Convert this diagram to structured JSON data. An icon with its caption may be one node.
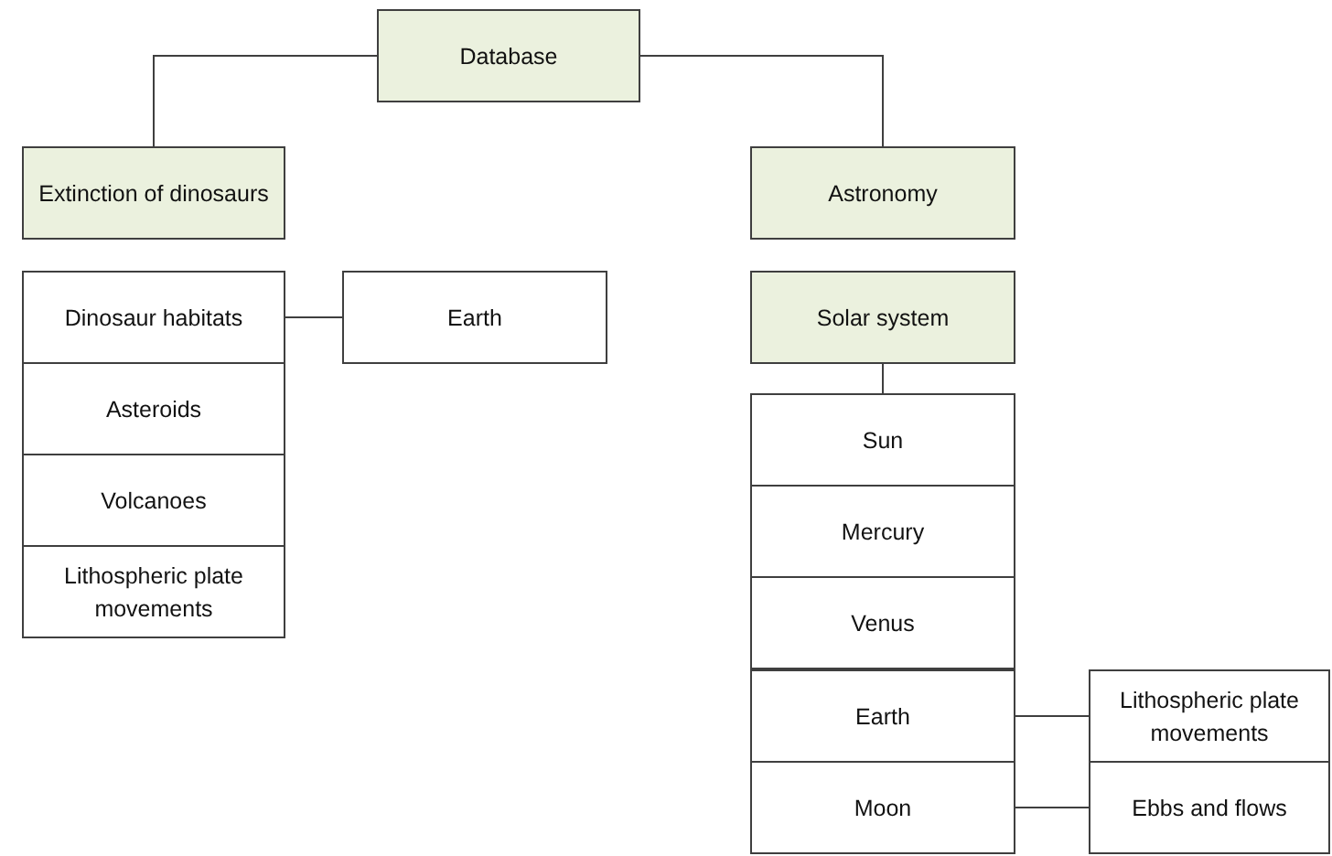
{
  "diagram": {
    "nodes": [
      {
        "text": [
          "Database"
        ]
      },
      {
        "text": [
          "Extinction of dinosaurs"
        ]
      },
      {
        "text": [
          "Dinosaur habitats"
        ]
      },
      {
        "text": [
          "Asteroids"
        ]
      },
      {
        "text": [
          "Volcanoes"
        ]
      },
      {
        "text": [
          "Lithospheric plate movements"
        ]
      },
      {
        "text": [
          "Earth"
        ]
      },
      {
        "text": [
          "Astronomy"
        ]
      },
      {
        "text": [
          "Solar system"
        ]
      },
      {
        "text": [
          "Sun"
        ]
      },
      {
        "text": [
          "Mercury"
        ]
      },
      {
        "text": [
          "Venus"
        ]
      },
      {
        "text": [
          "Earth"
        ]
      },
      {
        "text": [
          "Moon"
        ]
      },
      {
        "text": [
          "Lithospheric plate movements"
        ]
      },
      {
        "text": [
          "Ebbs and flows"
        ]
      }
    ],
    "edges": [
      {
        "from": 0,
        "to": 1,
        "arrow": "none"
      },
      {
        "from": 0,
        "to": 7,
        "arrow": "none"
      },
      {
        "from": 2,
        "to": 6,
        "arrow": "none"
      },
      {
        "from": 8,
        "to": 9,
        "arrow": "none"
      },
      {
        "from": 12,
        "to": 14,
        "arrow": "none"
      },
      {
        "from": 13,
        "to": 15,
        "arrow": "none"
      }
    ]
  }
}
